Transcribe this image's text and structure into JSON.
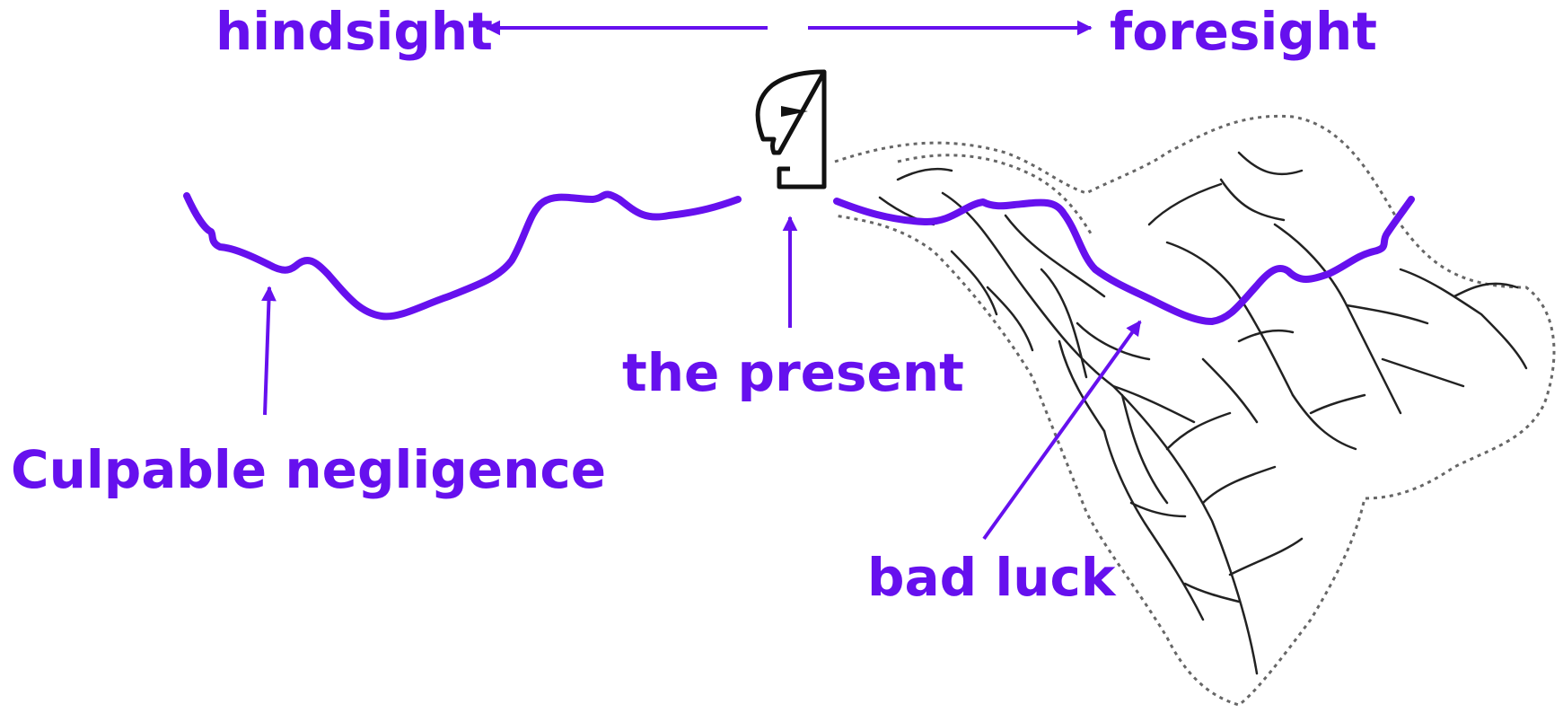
{
  "labels": {
    "hindsight": "hindsight",
    "foresight": "foresight",
    "present": "the present",
    "culpable": "Culpable negligence",
    "bad_luck": "bad luck"
  },
  "colors": {
    "accent": "#6610ee",
    "sketch": "#222222",
    "outline": "#666666"
  },
  "icons": {
    "observer": "head-profile-icon"
  }
}
